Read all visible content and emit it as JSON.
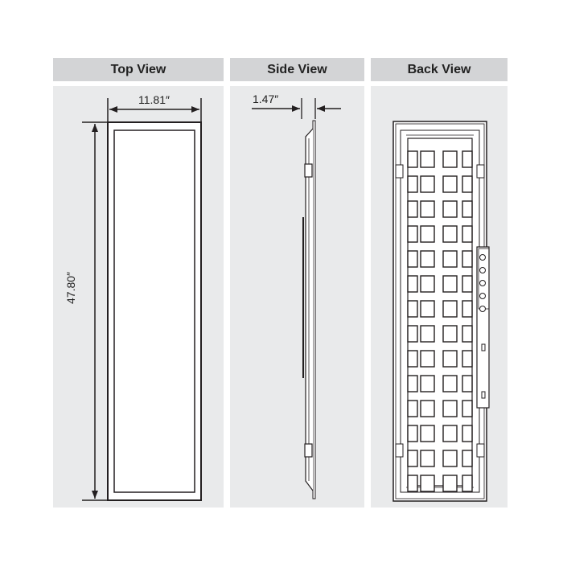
{
  "views": [
    {
      "id": "top",
      "title": "Top View"
    },
    {
      "id": "side",
      "title": "Side View"
    },
    {
      "id": "back",
      "title": "Back View"
    }
  ],
  "dimensions": {
    "width": "11.81″",
    "length": "47.80″",
    "depth": "1.47″"
  },
  "colors": {
    "header_bg": "#d3d4d6",
    "panel_bg": "#e9eaeb",
    "line": "#231f20"
  }
}
